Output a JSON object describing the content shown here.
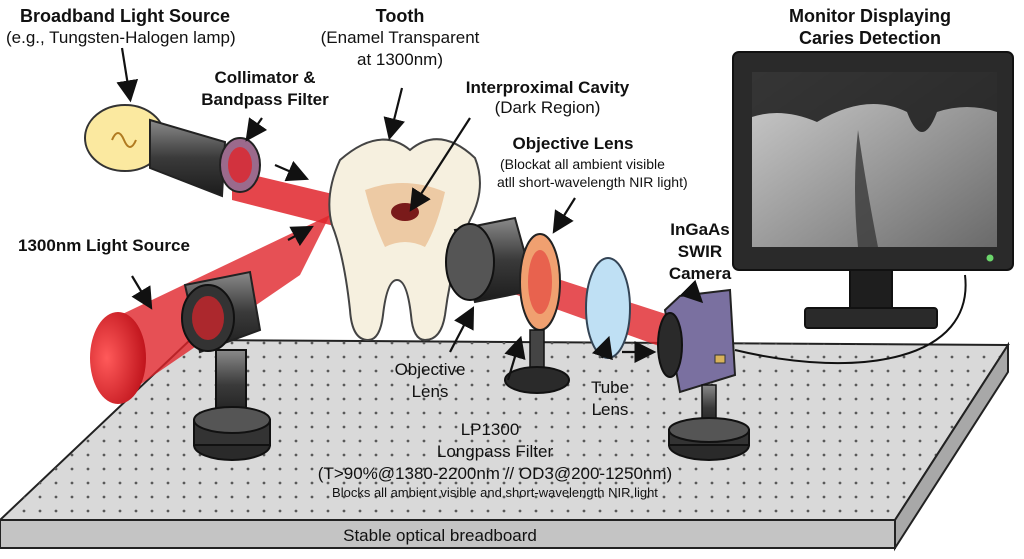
{
  "labels": {
    "broadband_title": "Broadband Light Source",
    "broadband_sub": "(e.g., Tungsten-Halogen lamp)",
    "collimator_line1": "Collimator &",
    "collimator_line2": "Bandpass Filter",
    "tooth_title": "Tooth",
    "tooth_line1": "(Enamel Transparent",
    "tooth_line2": "at 1300nm)",
    "cavity_title": "Interproximal Cavity",
    "cavity_sub": "(Dark Region)",
    "objective_top_title": "Objective Lens",
    "objective_top_line1": "(Blockat all ambient visible",
    "objective_top_line2": "atll short-wavelength NIR light)",
    "monitor_line1": "Monitor Displaying",
    "monitor_line2": "Caries Detection",
    "camera_line1": "InGaAs",
    "camera_line2": "SWIR",
    "camera_line3": "Camera",
    "source1300": "1300nm Light Source",
    "objective_bottom_line1": "Objective",
    "objective_bottom_line2": "Lens",
    "tube_line1": "Tube",
    "tube_line2": "Lens",
    "lp_line1": "LP1300",
    "lp_line2": "Longpass Filter",
    "lp_line3": "(T>90%@1380-2200nm // OD3@200-1250nm)",
    "lp_line4": "Blocks all ambient visible and short-wavelength NIR light",
    "breadboard": "Stable optical breadboard"
  },
  "colors": {
    "beam": "#e0242b",
    "lamp_glass": "#fbe9a0",
    "lens_orange": "#f0a070",
    "lens_blue": "#bfe0f4",
    "filter_purple": "#9b6a8c",
    "camera_body": "#7a70a0",
    "breadboard": "#d9d9d9"
  }
}
